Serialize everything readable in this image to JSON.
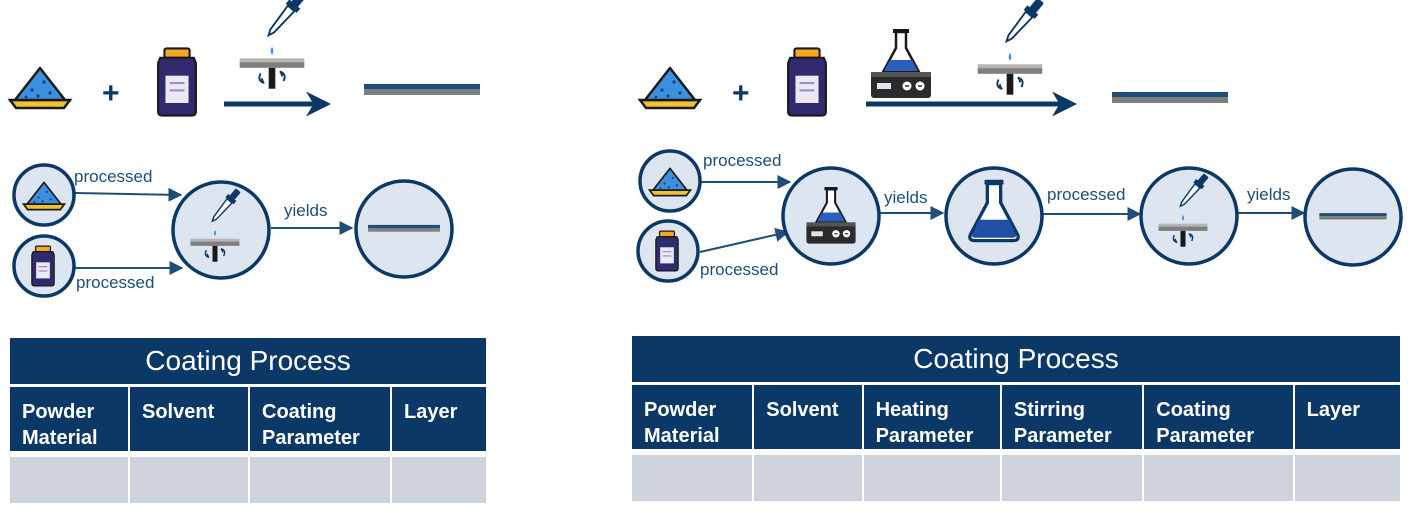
{
  "plus_sign": "+",
  "edge_labels": {
    "processed": "processed",
    "yields": "yields"
  },
  "left_table": {
    "title": "Coating Process",
    "columns": [
      [
        "Powder",
        "Material"
      ],
      [
        "Solvent",
        ""
      ],
      [
        "Coating",
        "Parameter"
      ],
      [
        "Layer",
        ""
      ]
    ]
  },
  "right_table": {
    "title": "Coating Process",
    "columns": [
      [
        "Powder",
        "Material"
      ],
      [
        "Solvent",
        ""
      ],
      [
        "Heating",
        "Parameter"
      ],
      [
        "Stirring",
        "Parameter"
      ],
      [
        "Coating",
        "Parameter"
      ],
      [
        "Layer",
        ""
      ]
    ]
  },
  "colors": {
    "navy": "#0b3866",
    "node_fill": "#dde5f1",
    "powder_blue": "#3d8fe0",
    "tray_yellow": "#f2c230",
    "bottle_dark": "#2f2b6e",
    "cell_gray": "#cfd3db"
  }
}
